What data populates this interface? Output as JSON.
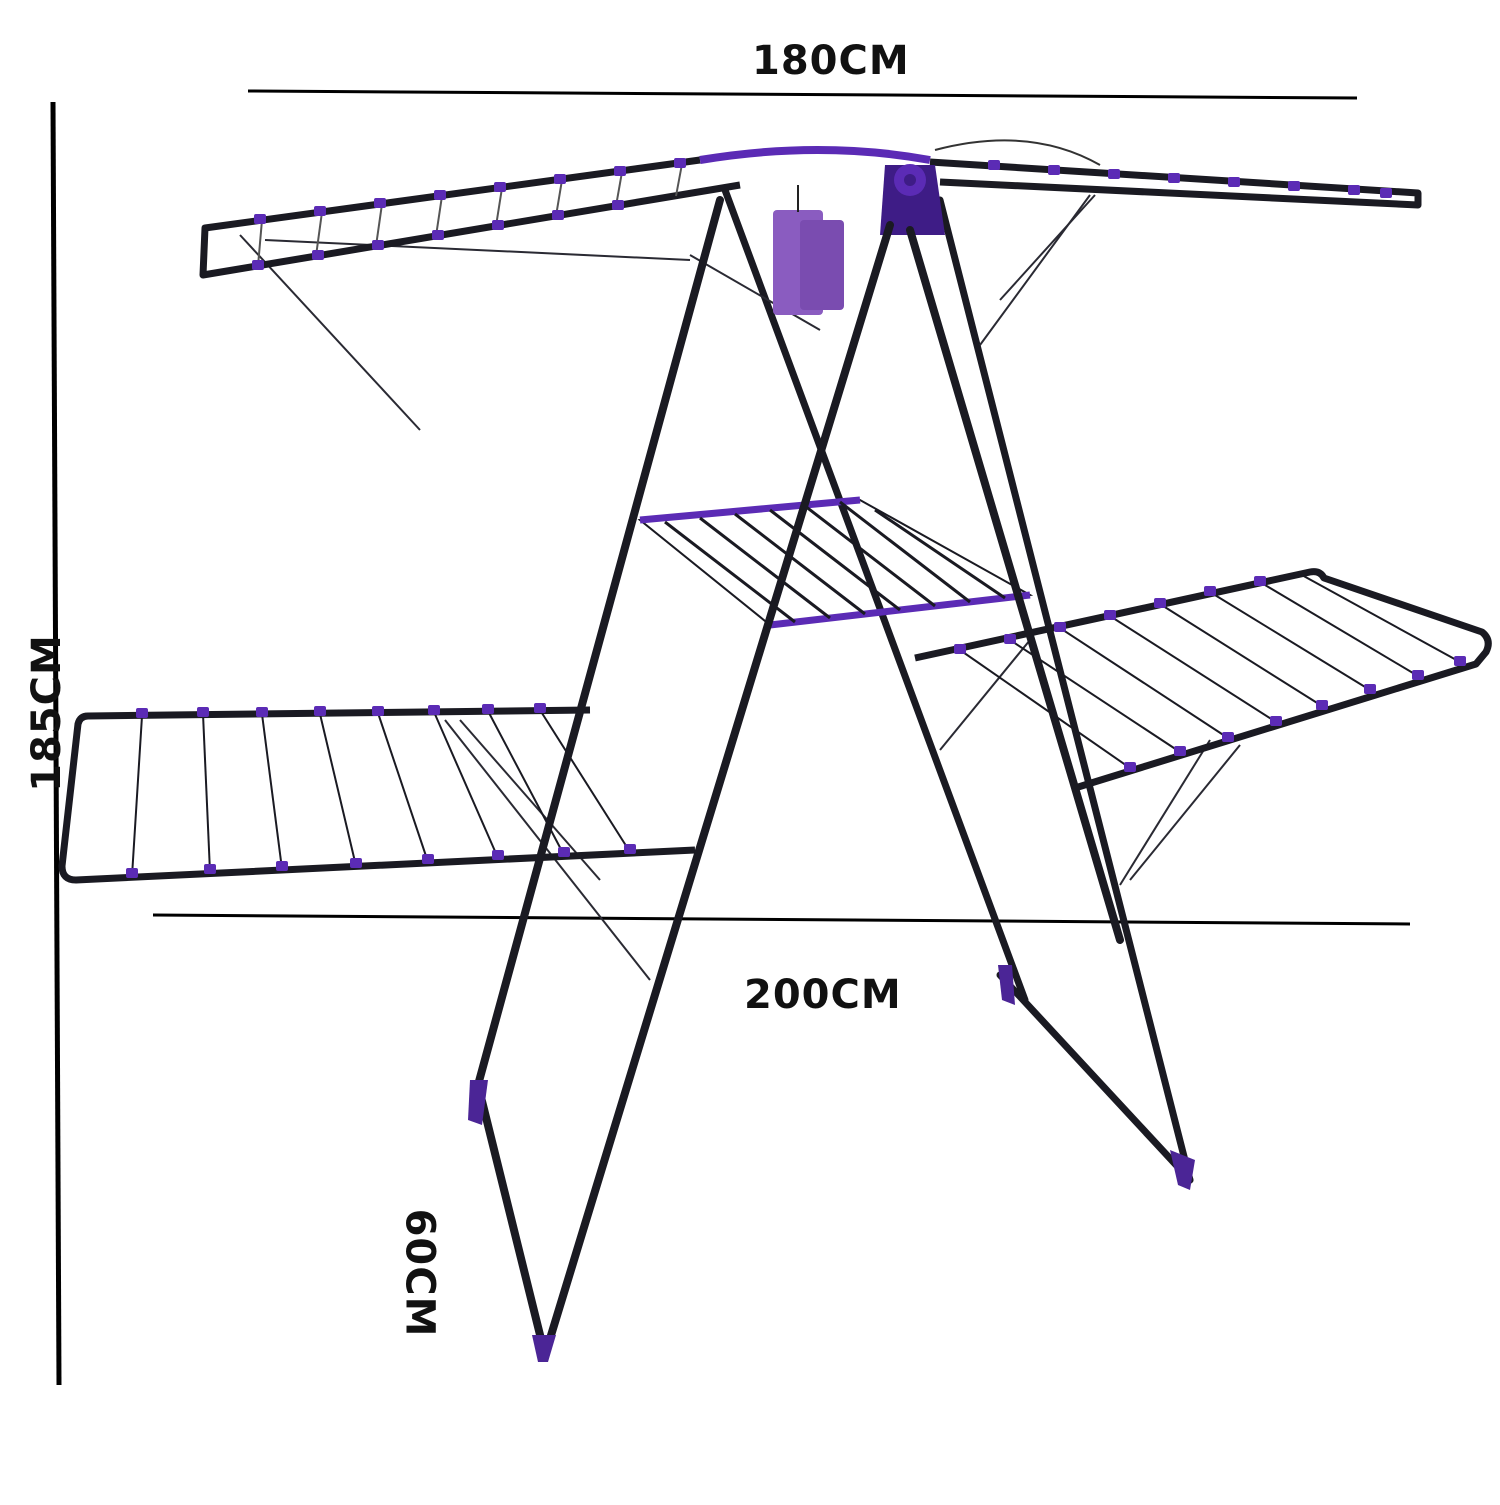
{
  "dimensions": {
    "width_top": "180CM",
    "width_bottom": "200CM",
    "height": "185CM",
    "depth": "60CM"
  },
  "colors": {
    "frame": "#1a1a22",
    "accent": "#5b2bb5",
    "accent_dark": "#3e1c86",
    "bag": "#8a5cc0",
    "wire": "#2a2a33",
    "dimension_line": "#000000"
  },
  "icons": {
    "product": "clothes-drying-rack-illustration"
  }
}
